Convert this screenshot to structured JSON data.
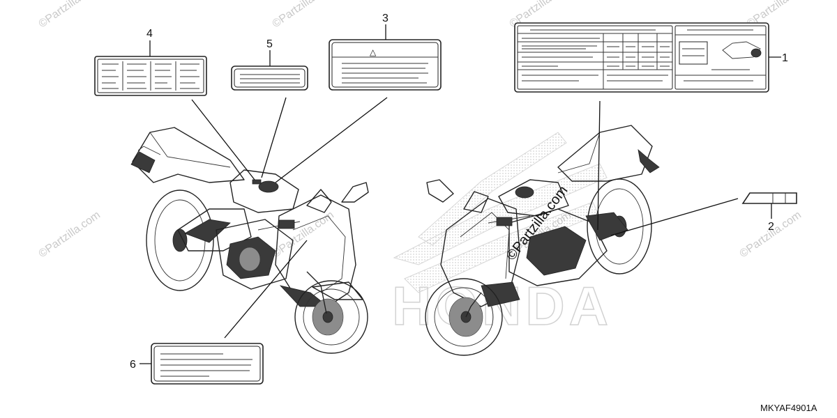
{
  "callouts": [
    "1",
    "2",
    "3",
    "4",
    "5",
    "6"
  ],
  "warning_symbol": "△",
  "watermarks": [
    "©Partzilla.com",
    "©Partzilla.com",
    "©Partzilla.com",
    "©Partzilla.com",
    "©Partzilla.com",
    "©Partzilla.com",
    "©Partzilla.com",
    "©Partzilla.com"
  ],
  "center_watermark": "©Partzilla.com",
  "brand_background": "HONDA",
  "diagram_code": "MKYAF4901A"
}
